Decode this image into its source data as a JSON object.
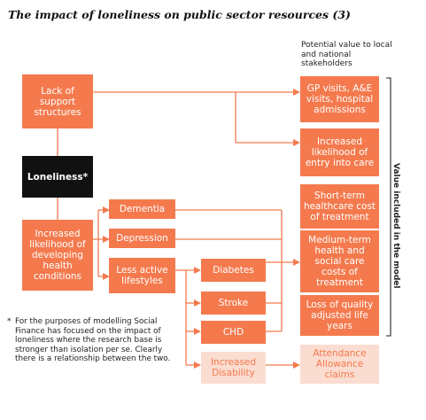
{
  "title": "The impact of loneliness on public sector resources (3)",
  "caption": "Potential value to local and national stakeholders",
  "side_label": "Value included in the model",
  "footnote": {
    "star": "*",
    "text": "For the purposes of modelling Social Finance has focused on the impact of loneliness where the research base is stronger than isolation per se. Clearly there is a relationship between the two."
  },
  "left": {
    "lack_support": "Lack of support structures",
    "loneliness": "Loneliness*",
    "health_conditions": "Increased likelihood of developing health conditions"
  },
  "middle": {
    "dementia": "Dementia",
    "depression": "Depression",
    "less_active": "Less active lifestyles"
  },
  "conditions": {
    "diabetes": "Diabetes",
    "stroke": "Stroke",
    "chd": "CHD",
    "disability": "Increased Disability"
  },
  "outcomes": {
    "gp_visits": "GP visits, A&E visits, hospital admissions",
    "care_entry": "Increased likelihood of entry into care",
    "short_term": "Short-term healthcare cost of treatment",
    "medium_term": "Medium-term health and social care costs of treatment",
    "quality_life": "Loss of quality adjusted life years",
    "attendance": "Attendance Allowance claims"
  },
  "colors": {
    "accent": "#f47a4e",
    "accent_light": "#fbdcd0",
    "dark": "#111111",
    "line": "#f47a4e"
  }
}
